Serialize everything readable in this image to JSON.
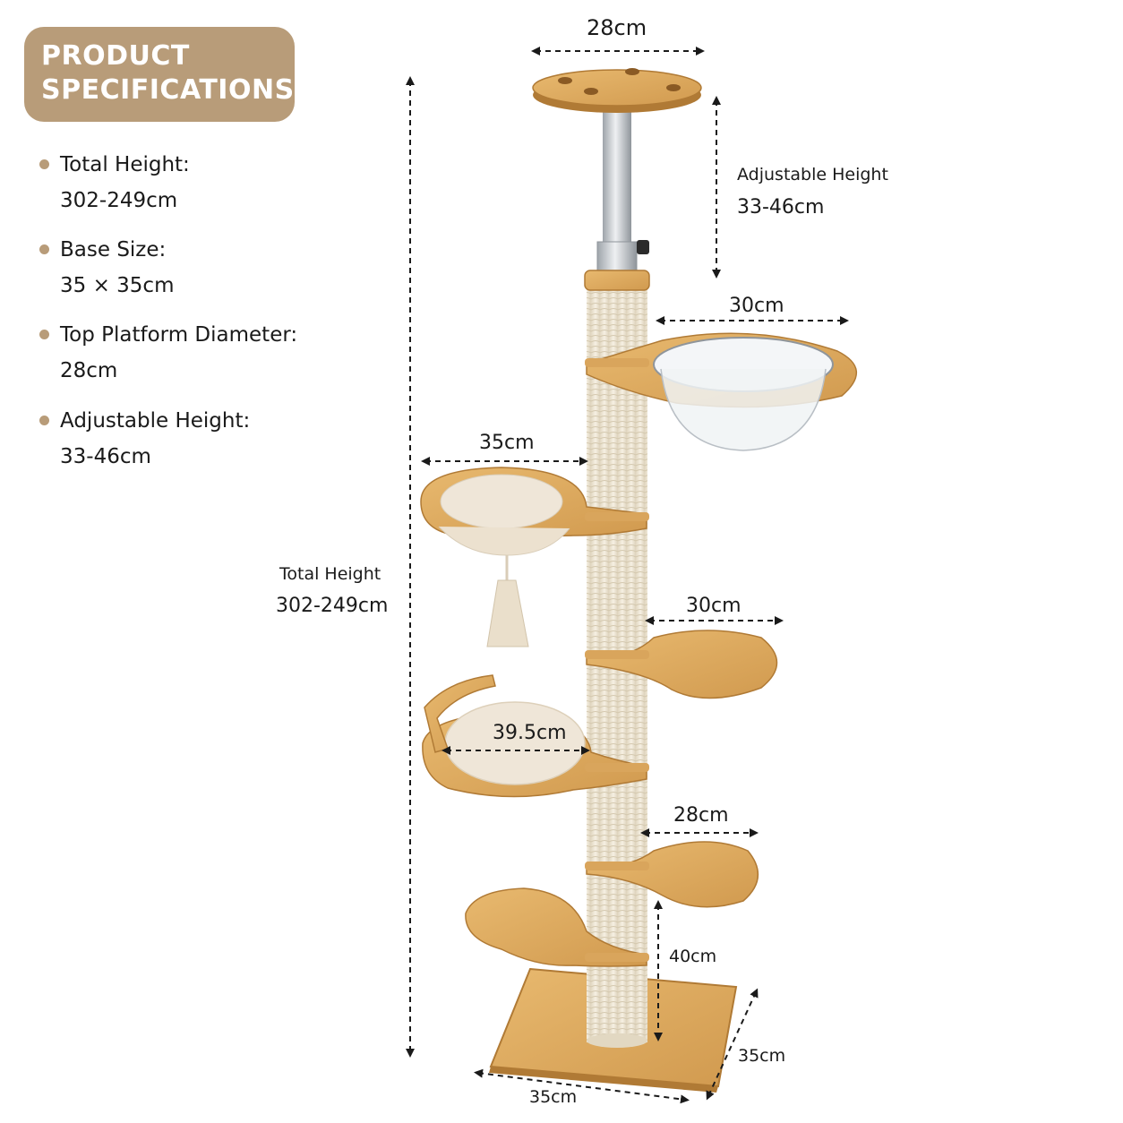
{
  "header": {
    "line1": "PRODUCT",
    "line2": "SPECIFICATIONS"
  },
  "specs": [
    {
      "label": "Total Height:",
      "value": "302-249cm"
    },
    {
      "label": "Base Size:",
      "value": "35 × 35cm"
    },
    {
      "label": "Top Platform Diameter:",
      "value": "28cm"
    },
    {
      "label": "Adjustable Height:",
      "value": "33-46cm"
    }
  ],
  "dimensions": {
    "top_platform": "28cm",
    "adjustable_title": "Adjustable Height",
    "adjustable_value": "33-46cm",
    "bowl_width": "30cm",
    "hammock_width": "35cm",
    "total_title": "Total Height",
    "total_value": "302-249cm",
    "step_width": "30cm",
    "bed_width": "39.5cm",
    "lower_step_width": "28cm",
    "bottom_gap": "40cm",
    "base_depth": "35cm",
    "base_width": "35cm"
  },
  "colors": {
    "accent": "#b89c79",
    "wood": "#d9a55c",
    "wood_dark": "#b07a35",
    "sisal": "#efe7d6",
    "cushion": "#efe6d8",
    "metal": "#c9cdd1"
  }
}
